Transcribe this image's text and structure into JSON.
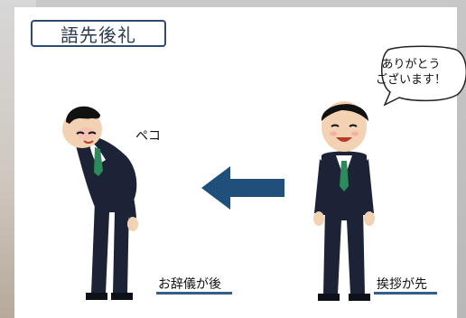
{
  "title": "語先後礼",
  "speech_bubble": "ありがとう\nございます！",
  "sound_effect": "ペコ",
  "labels": {
    "left": "お辞儀が後",
    "right": "挨拶が先"
  },
  "colors": {
    "accent": "#2d4a70",
    "arrow": "#1f4f7a",
    "suit": "#1c2336",
    "tie": "#2d8a5a"
  }
}
